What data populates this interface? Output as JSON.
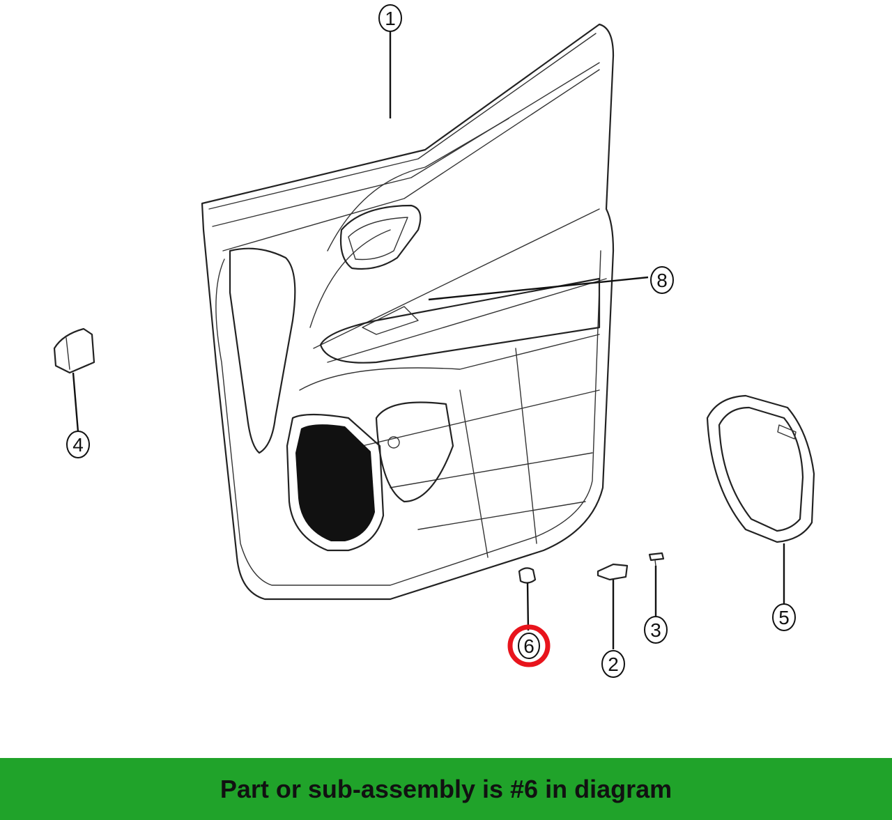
{
  "callouts": [
    {
      "id": "1",
      "label": "1"
    },
    {
      "id": "2",
      "label": "2"
    },
    {
      "id": "3",
      "label": "3"
    },
    {
      "id": "4",
      "label": "4"
    },
    {
      "id": "5",
      "label": "5"
    },
    {
      "id": "6",
      "label": "6"
    },
    {
      "id": "8",
      "label": "8"
    }
  ],
  "highlight": {
    "callout": "6",
    "color": "#e8141c"
  },
  "banner": {
    "text": "Part or sub-assembly is #6 in diagram",
    "color": "#20a32a"
  }
}
